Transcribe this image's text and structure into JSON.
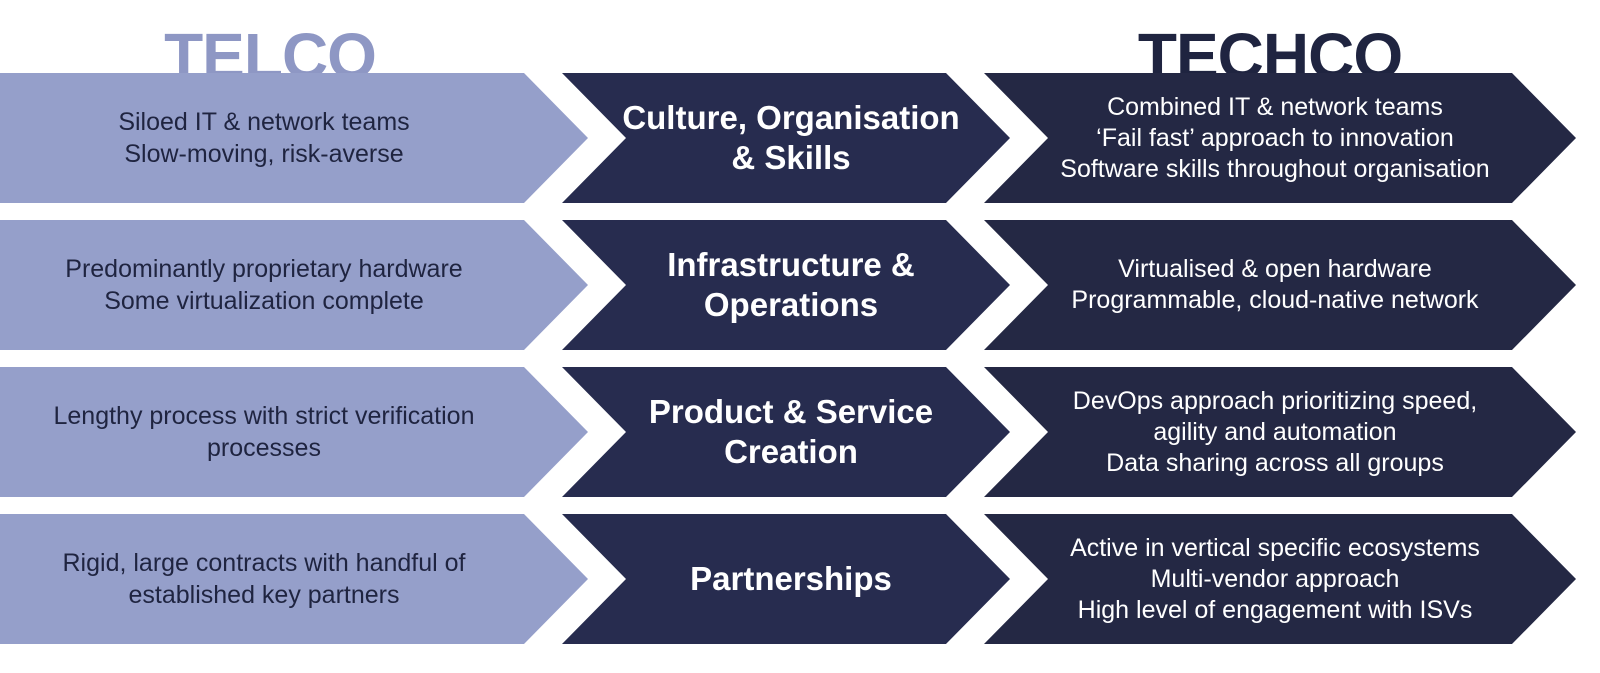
{
  "headers": {
    "telco": "TELCO",
    "techco": "TECHCO"
  },
  "colors": {
    "telco_chevron": "#959fca",
    "telco_header": "#8e97c4",
    "middle_chevron": "#272c4f",
    "techco_chevron": "#242844",
    "techco_header": "#1f2440"
  },
  "rows": [
    {
      "telco": [
        "Siloed IT & network teams",
        "Slow-moving, risk-averse"
      ],
      "category": [
        "Culture, Organisation",
        "& Skills"
      ],
      "techco": [
        "Combined IT & network teams",
        "‘Fail fast’ approach to innovation",
        "Software skills throughout organisation"
      ]
    },
    {
      "telco": [
        "Predominantly proprietary hardware",
        "Some virtualization complete"
      ],
      "category": [
        "Infrastructure &",
        "Operations"
      ],
      "techco": [
        "Virtualised & open hardware",
        "Programmable, cloud-native network"
      ]
    },
    {
      "telco": [
        "Lengthy process with strict verification",
        "processes"
      ],
      "category": [
        "Product & Service",
        "Creation"
      ],
      "techco": [
        "DevOps approach prioritizing speed,",
        "agility and automation",
        "Data sharing across all groups"
      ]
    },
    {
      "telco": [
        "Rigid, large contracts with handful of",
        "established key partners"
      ],
      "category": [
        "Partnerships"
      ],
      "techco": [
        "Active in vertical specific ecosystems",
        "Multi-vendor approach",
        "High level of engagement with ISVs"
      ]
    }
  ]
}
